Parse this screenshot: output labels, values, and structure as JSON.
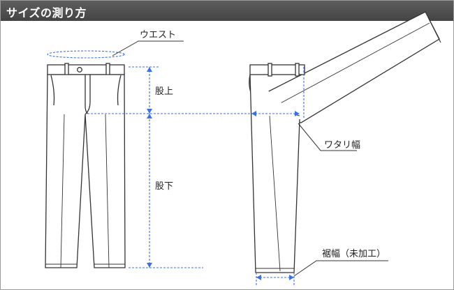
{
  "header": {
    "title": "サイズの測り方"
  },
  "labels": {
    "waist": "ウエスト",
    "rise": "股上",
    "inseam": "股下",
    "thigh": "ワタリ幅",
    "hem": "裾幅（未加工）"
  },
  "colors": {
    "header_bg": "#4d4d4d",
    "measure_line": "#3d6fe6",
    "outline": "#333333"
  }
}
